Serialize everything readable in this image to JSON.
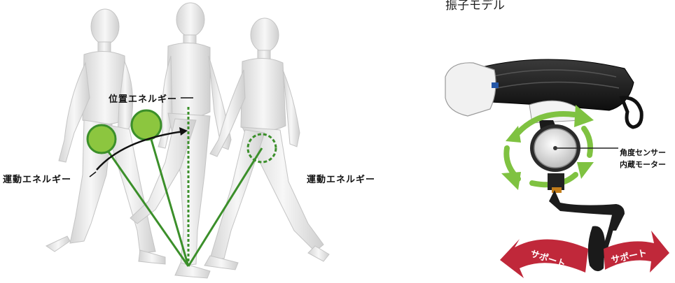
{
  "left_panel": {
    "potential_energy_label": "位置エネルギー",
    "kinetic_energy_left_label": "運動エネルギー",
    "kinetic_energy_right_label": "運動エネルギー"
  },
  "right_panel": {
    "title": "振子モデル",
    "sensor_label_line1": "角度センサー",
    "sensor_label_line2": "内蔵モーター",
    "support_left": "サポート",
    "support_right": "サポート"
  },
  "colors": {
    "pendulum_green": "#3b8f2a",
    "bob_fill": "#8cc63f",
    "support_red": "#c0283a",
    "arrow_green": "#7fc241",
    "figure_gray": "#e6e6e6"
  }
}
